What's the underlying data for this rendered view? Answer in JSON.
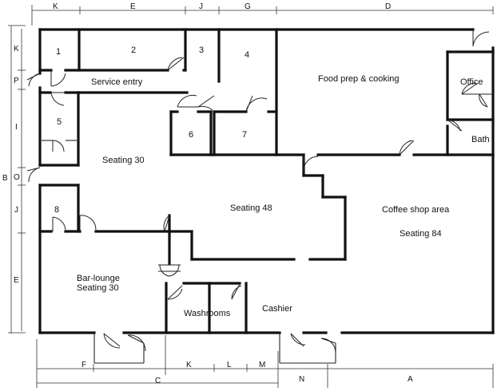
{
  "rooms": {
    "r1": "1",
    "r2": "2",
    "r3": "3",
    "r4": "4",
    "r5": "5",
    "r6": "6",
    "r7": "7",
    "r8": "8",
    "service_entry": "Service entry",
    "food_prep": "Food prep & cooking",
    "office": "Office",
    "bath": "Bath",
    "seating_30_top": "Seating 30",
    "seating_48": "Seating 48",
    "coffee_shop": "Coffee shop area",
    "seating_84": "Seating 84",
    "bar_lounge": "Bar-lounge",
    "bar_seating": "Seating 30",
    "washrooms": "Washrooms",
    "cashier": "Cashier"
  },
  "dimensions": {
    "top": [
      "K",
      "E",
      "J",
      "G",
      "D"
    ],
    "left": [
      "K",
      "P",
      "I",
      "O",
      "J",
      "E"
    ],
    "left_outer": "B",
    "bottom": [
      "F",
      "K",
      "L",
      "M",
      "N",
      "A"
    ],
    "bottom_outer": "C"
  }
}
